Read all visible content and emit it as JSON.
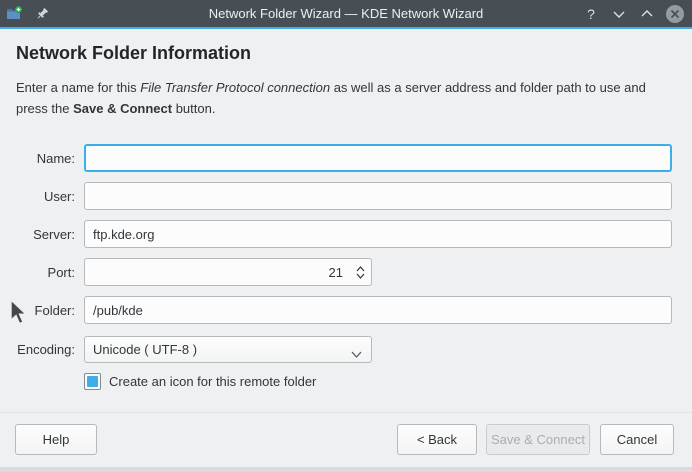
{
  "window": {
    "title": "Network Folder Wizard — KDE Network Wizard",
    "titlebar_icons": {
      "app_icon": "folder-add-icon",
      "pin_icon": "pin-icon",
      "help_glyph": "?",
      "minimize": "chevron-down",
      "maximize": "chevron-up",
      "close": "x-circle"
    },
    "colors": {
      "titlebar_bg": "#474e54",
      "accent": "#3daee9",
      "background": "#eff0f1",
      "focus_border": "#3daee9"
    }
  },
  "page": {
    "heading": "Network Folder Information",
    "description": {
      "part1": "Enter a name for this ",
      "italic": "File Transfer Protocol connection",
      "part2": " as well as a server address and folder path to use and press the ",
      "bold": "Save & Connect",
      "part3": " button."
    }
  },
  "form": {
    "fields": [
      {
        "label": "Name:",
        "value": "",
        "type": "text",
        "focused": true
      },
      {
        "label": "User:",
        "value": "",
        "type": "text",
        "focused": false
      },
      {
        "label": "Server:",
        "value": "ftp.kde.org",
        "type": "text",
        "focused": false
      },
      {
        "label": "Port:",
        "value": "21",
        "type": "spinbox",
        "focused": false
      },
      {
        "label": "Folder:",
        "value": "/pub/kde",
        "type": "text",
        "focused": false
      },
      {
        "label": "Encoding:",
        "value": "Unicode ( UTF-8 )",
        "type": "combobox",
        "focused": false
      }
    ],
    "checkbox": {
      "label": "Create an icon for this remote folder",
      "checked": true
    }
  },
  "buttons": {
    "help": "Help",
    "back": "< Back",
    "save_connect": "Save & Connect",
    "cancel": "Cancel"
  }
}
